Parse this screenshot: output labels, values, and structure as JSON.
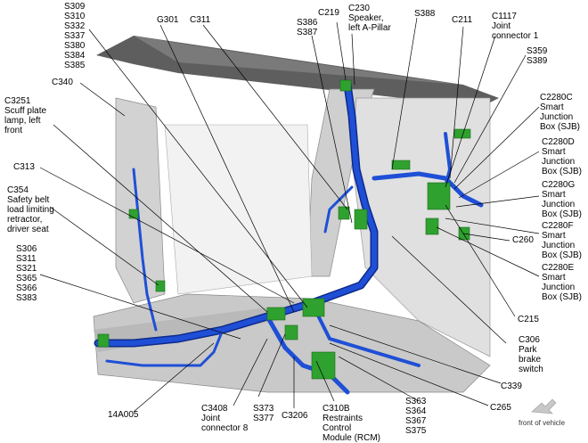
{
  "labels": {
    "s309": "S309\nS310\nS332\nS337\nS380\nS384\nS385",
    "g301": "G301",
    "c311": "C311",
    "s386": "S386\nS387",
    "c219": "C219",
    "c230": "C230\nSpeaker,\nleft A-Pillar",
    "s388": "S388",
    "c211": "C211",
    "c1117": "C1117\nJoint\nconnector 1",
    "s359": "S359\nS389",
    "c340": "C340",
    "c3251": "C3251\nScuff plate\nlamp, left\nfront",
    "c2280c": "C2280C\nSmart\nJunction\nBox (SJB)",
    "c313": "C313",
    "c2280d": "C2280D\nSmart\nJunction\nBox (SJB)",
    "c354": "C354\nSafety belt\nload limiting\nretractor,\ndriver seat",
    "c2280g": "C2280G\nSmart\nJunction\nBox (SJB)",
    "c2280f": "C2280F\nSmart\nJunction\nBox (SJB)",
    "c260": "C260",
    "s306": "S306\nS311\nS321\nS365\nS366\nS383",
    "c2280e": "C2280E\nSmart\nJunction\nBox (SJB)",
    "c215": "C215",
    "c306": "C306\nPark\nbrake\nswitch",
    "c339": "C339",
    "c265": "C265",
    "n14a005": "14A005",
    "c3408": "C3408\nJoint\nconnector 8",
    "s373": "S373\nS377",
    "c3206": "C3206",
    "c310b": "C310B\nRestraints\nControl\nModule (RCM)",
    "s363": "S363\nS364\nS367\nS375",
    "front": "front of vehicle"
  },
  "colors": {
    "harness": "#1f4fd6",
    "harness_dark": "#0d2a8a",
    "connector": "#2fa12f",
    "body": "#d8d8d8",
    "roof": "#5a5a5a"
  }
}
